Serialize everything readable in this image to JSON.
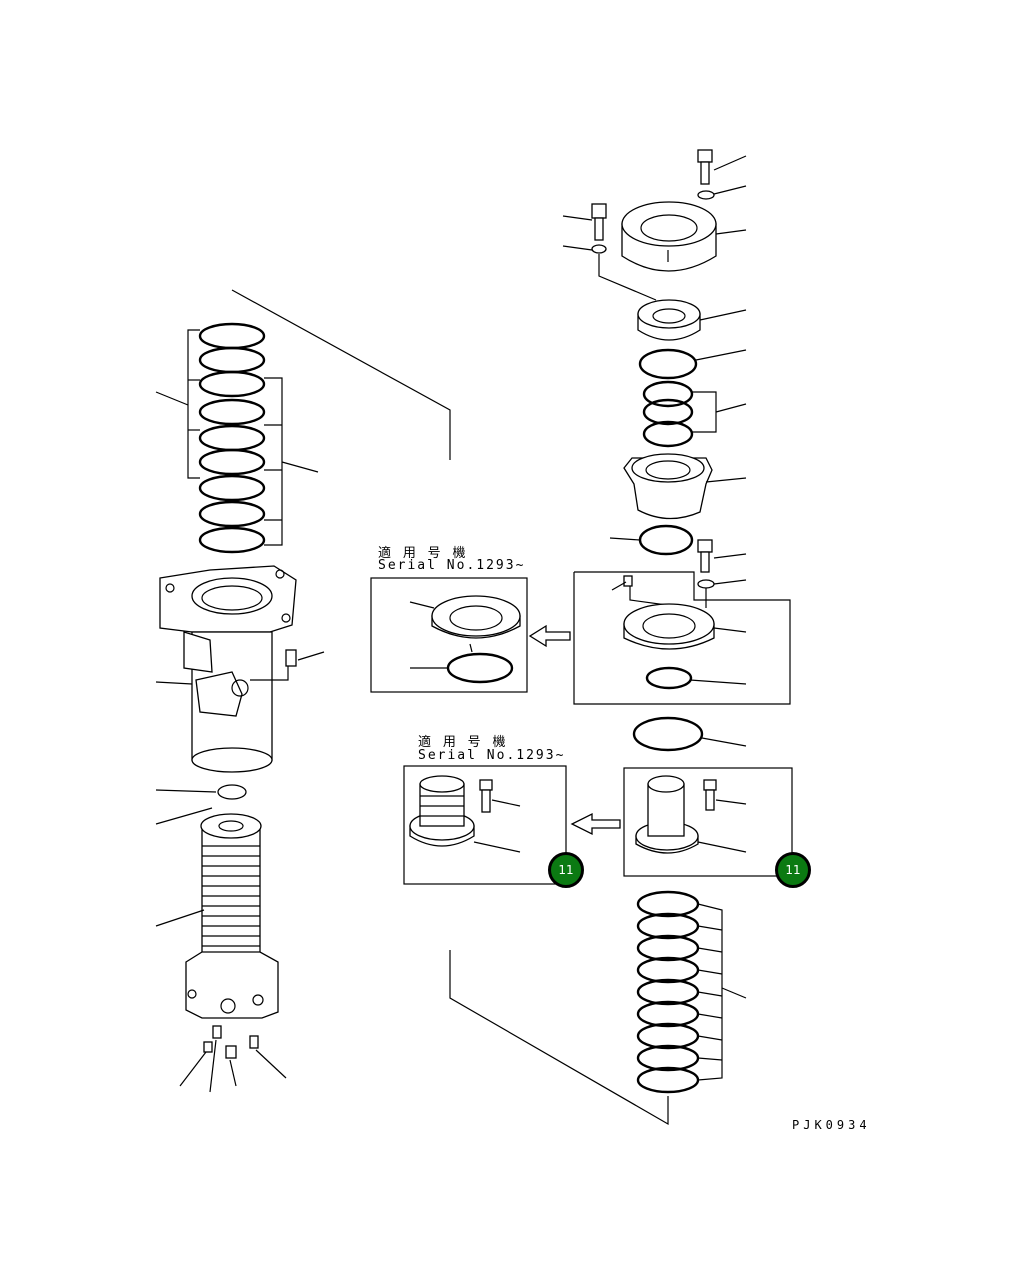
{
  "diagram": {
    "drawing_code": "PJK0934",
    "notes": [
      {
        "line1": "適 用 号 機",
        "line2": "Serial No.1293~"
      },
      {
        "line1": "適 用 号 機",
        "line2": "Serial No.1293~"
      }
    ],
    "callouts": [
      {
        "number": "11"
      },
      {
        "number": "11"
      }
    ]
  }
}
